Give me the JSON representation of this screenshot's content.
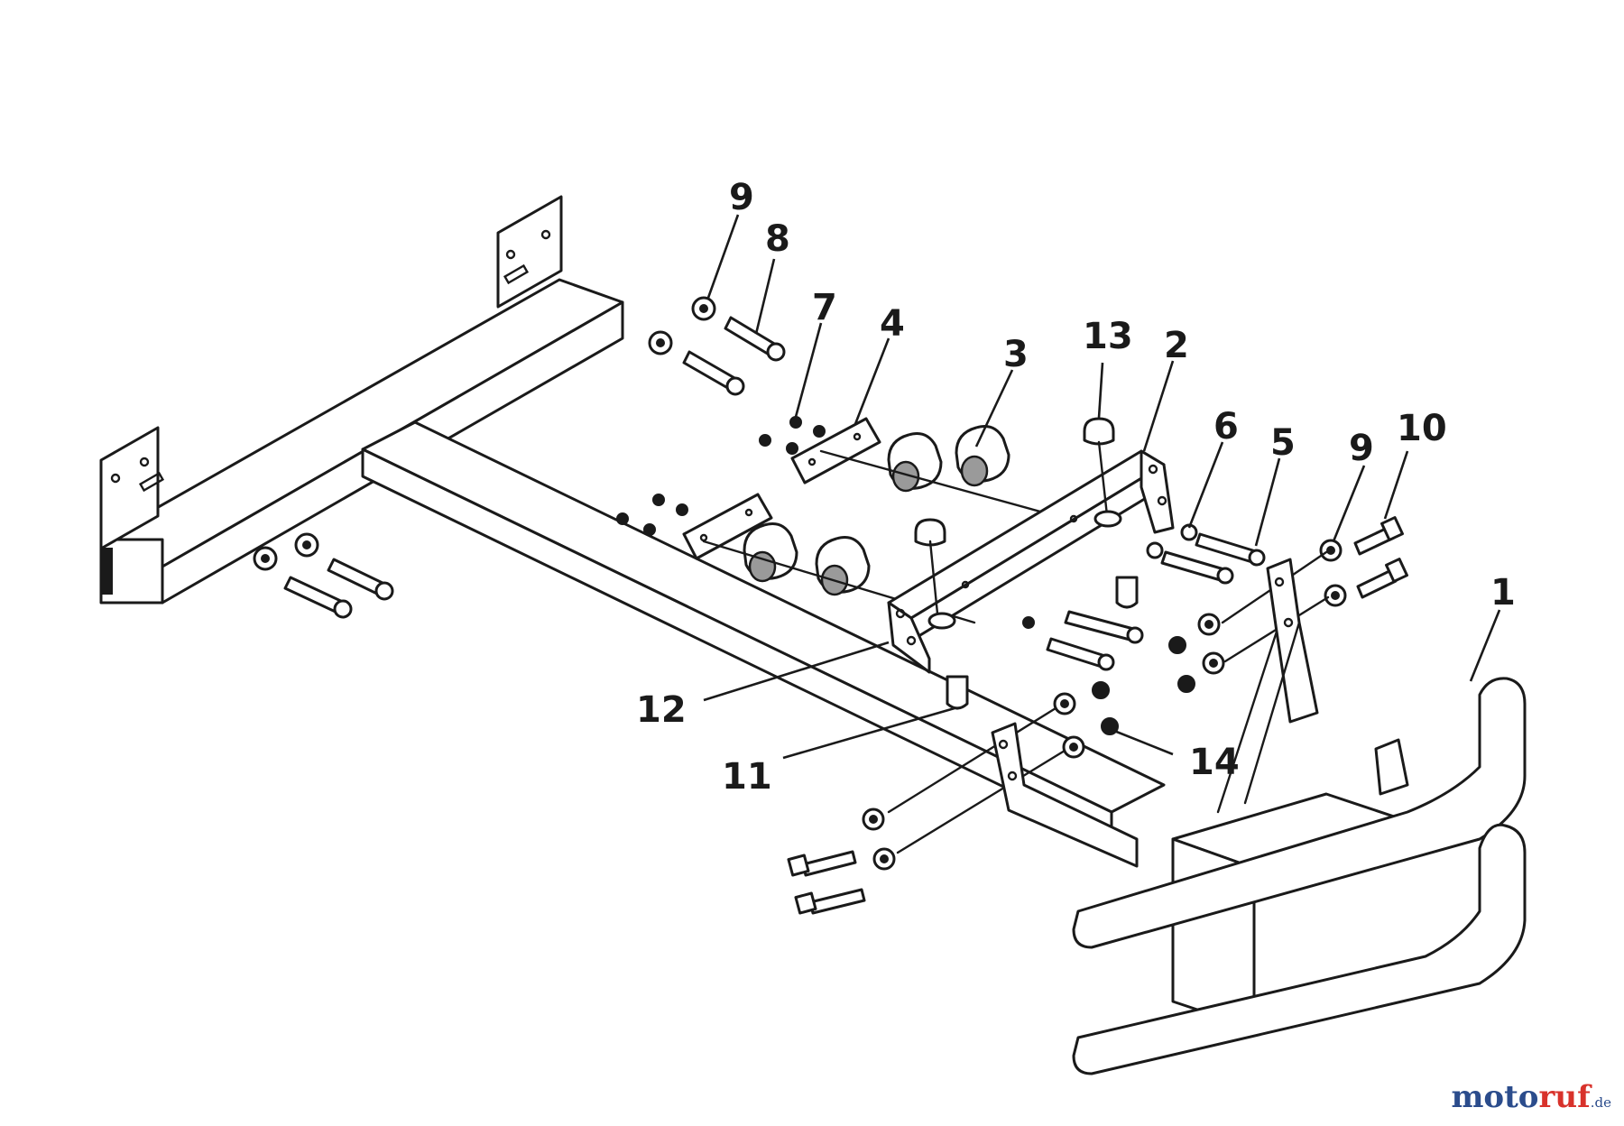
{
  "callouts": [
    {
      "id": "c1",
      "text": "1"
    },
    {
      "id": "c2",
      "text": "2"
    },
    {
      "id": "c3",
      "text": "3"
    },
    {
      "id": "c4",
      "text": "4"
    },
    {
      "id": "c5",
      "text": "5"
    },
    {
      "id": "c6",
      "text": "6"
    },
    {
      "id": "c7",
      "text": "7"
    },
    {
      "id": "c8",
      "text": "8"
    },
    {
      "id": "c9a",
      "text": "9"
    },
    {
      "id": "c9b",
      "text": "9"
    },
    {
      "id": "c10",
      "text": "10"
    },
    {
      "id": "c11",
      "text": "11"
    },
    {
      "id": "c12",
      "text": "12"
    },
    {
      "id": "c13",
      "text": "13"
    },
    {
      "id": "c14",
      "text": "14"
    }
  ],
  "watermark": {
    "part1": "moto",
    "part2": "ruf",
    "part3": ".de"
  }
}
